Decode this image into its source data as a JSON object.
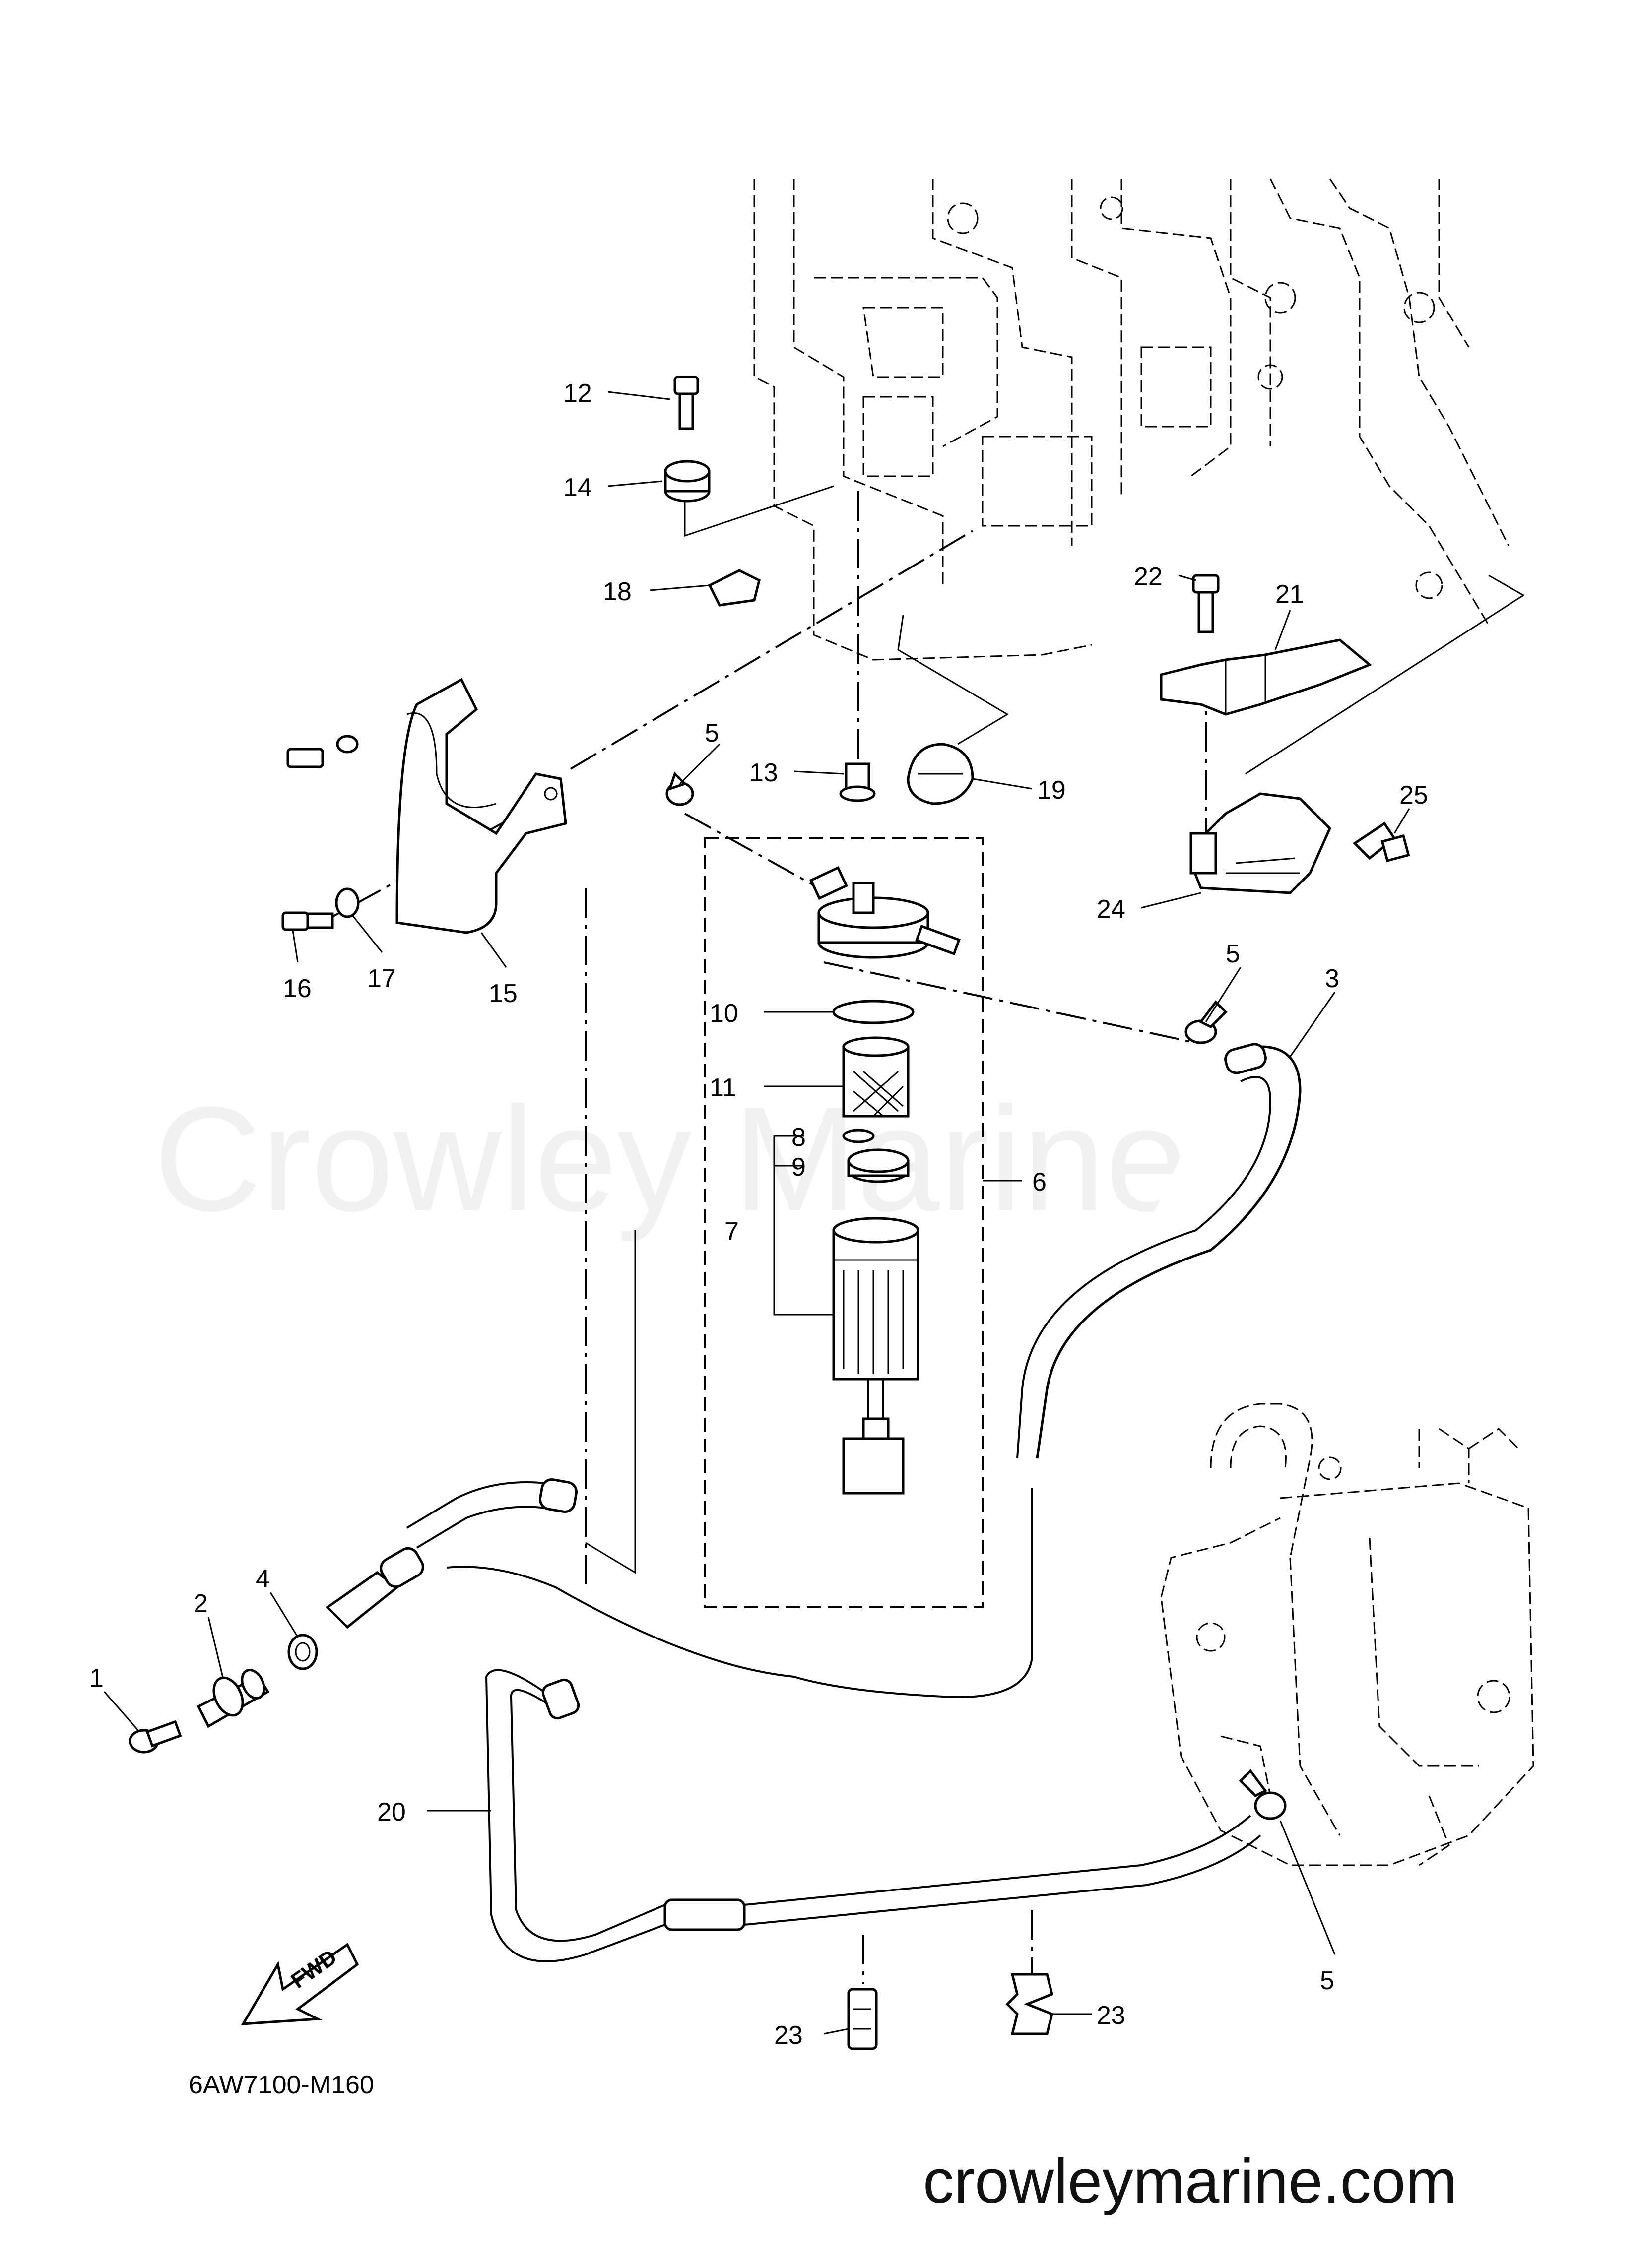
{
  "diagram": {
    "code": "6AW7100-M160",
    "watermark": "Crowley Marine",
    "site": "crowleymarine.com",
    "fwd_label": "FWD",
    "callouts": {
      "c1": "1",
      "c2": "2",
      "c3": "3",
      "c4": "4",
      "c5a": "5",
      "c5b": "5",
      "c5c": "5",
      "c6": "6",
      "c7": "7",
      "c8": "8",
      "c9": "9",
      "c10": "10",
      "c11": "11",
      "c12": "12",
      "c13": "13",
      "c14": "14",
      "c15": "15",
      "c16": "16",
      "c17": "17",
      "c18": "18",
      "c19": "19",
      "c20": "20",
      "c21": "21",
      "c22": "22",
      "c23a": "23",
      "c23b": "23",
      "c24": "24",
      "c25": "25"
    }
  }
}
